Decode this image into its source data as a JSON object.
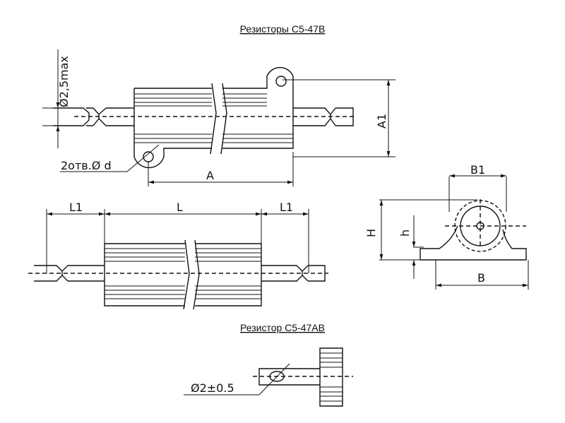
{
  "titles": {
    "main": "Резисторы С5-47В",
    "secondary": "Резистор С5-47АВ"
  },
  "labels": {
    "lead_diameter": "Ø2,5max",
    "holes": "2отв.Ø d",
    "dim_A": "A",
    "dim_A1": "A1",
    "dim_L": "L",
    "dim_L1_left": "L1",
    "dim_L1_right": "L1",
    "dim_B1": "B1",
    "dim_B": "B",
    "dim_H": "H",
    "dim_h": "h",
    "pin_diameter": "Ø2±0.5"
  }
}
